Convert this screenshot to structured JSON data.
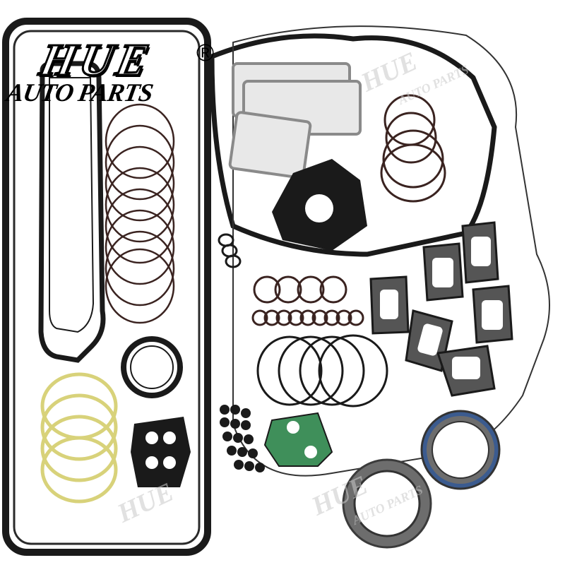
{
  "image": {
    "subject": "gasket-set",
    "background_color": "#ffffff"
  },
  "brand": {
    "logo_text": "HUE",
    "tagline": "AUTO PARTS",
    "trademark": "®"
  },
  "watermark": {
    "logo_text": "HUE",
    "tagline": "AUTO PARTS"
  },
  "colors": {
    "gasket_black": "#1a1a1a",
    "metal_gray": "#9a9a9a",
    "green_gasket": "#3f8f5a",
    "yellow_ring": "#d8d27a",
    "seal_blue": "#3b5b8f",
    "seal_gray": "#6d6d6d",
    "oring_brown": "#3a2320"
  }
}
